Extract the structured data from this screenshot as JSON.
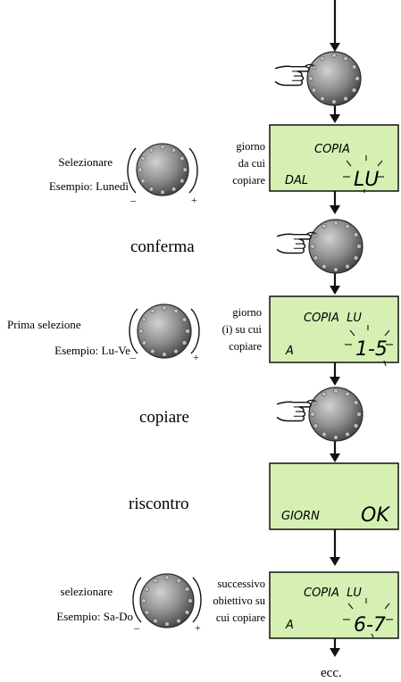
{
  "theme": {
    "lcd_fill": "#d6f0b4",
    "lcd_stroke": "#111111",
    "knob_dark": "#4a4c4e",
    "knob_light": "#c8cacb"
  },
  "icons": {
    "knob": "rotary-knob-icon",
    "hand_press": "hand-press-icon",
    "arrow": "arrow-down-icon",
    "rotate": "rotate-arrows-icon"
  },
  "steps": {
    "select_day": {
      "label": "Selezionare",
      "example": "Esempio: Lunedì",
      "hint": [
        "giorno",
        "da cui",
        "copiare"
      ],
      "lcd_top": "COPIA",
      "lcd_bottom_left": "DAL",
      "lcd_value": "LU"
    },
    "confirm": {
      "label": "conferma"
    },
    "first_selection": {
      "label": "Prima selezione",
      "example": "Esempio: Lu-Ve",
      "hint": [
        "giorno",
        "(i) su cui",
        "copiare"
      ],
      "lcd_top": "COPIA  LU",
      "lcd_bottom_left": "A",
      "lcd_value": "1-5"
    },
    "copy": {
      "label": "copiare"
    },
    "feedback": {
      "label": "riscontro",
      "lcd_left": "GIORN",
      "lcd_value": "OK"
    },
    "next_target": {
      "label": "selezionare",
      "example": "Esempio: Sa-Do",
      "hint": [
        "successivo",
        "obiettivo su",
        "cui copiare"
      ],
      "lcd_top": "COPIA  LU",
      "lcd_bottom_left": "A",
      "lcd_value": "6-7"
    },
    "etc": {
      "label": "ecc."
    }
  }
}
